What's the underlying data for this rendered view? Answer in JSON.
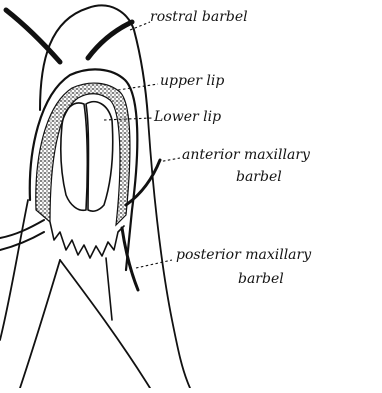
{
  "labels": {
    "rostral_barbel": "rostral barbel",
    "upper_lip": "upper lip",
    "lower_lip": "Lower lip",
    "anterior_maxillary_barbel_line1": "anterior maxillary",
    "anterior_maxillary_barbel_line2": "barbel",
    "posterior_maxillary_barbel_line1": "posterior maxillary",
    "posterior_maxillary_barbel_line2": "barbel"
  },
  "colors": {
    "ink": "#111111",
    "paper": "#ffffff",
    "lip_stipple": "#2b2b2b"
  }
}
